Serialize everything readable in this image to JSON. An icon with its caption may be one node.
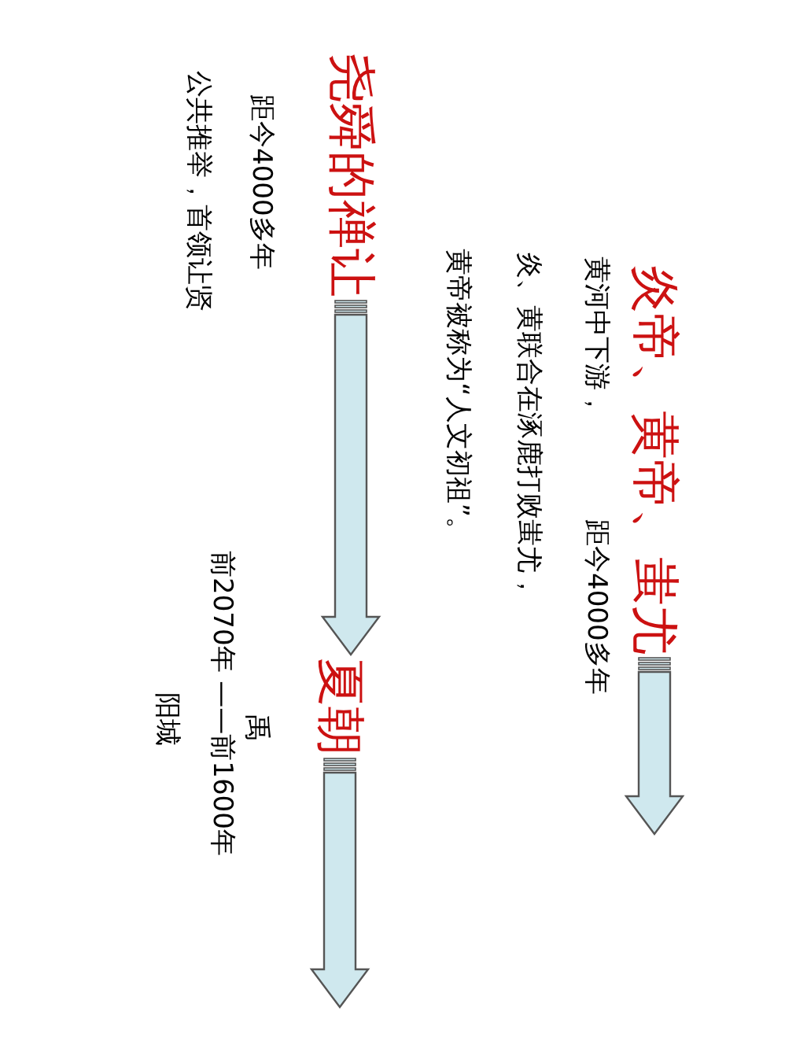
{
  "diagram": {
    "nodes": [
      {
        "text": [
          "炎帝、黄帝、蚩尤"
        ]
      },
      {
        "text": [
          "尧舜的禅让"
        ]
      },
      {
        "text": [
          "夏朝"
        ]
      }
    ],
    "edges": [
      {
        "from": 0,
        "to": null,
        "arrow": "to"
      },
      {
        "from": 1,
        "to": 2,
        "arrow": "to"
      },
      {
        "from": 2,
        "to": null,
        "arrow": "to"
      }
    ],
    "labels": [
      "黄河中下游，",
      "距今4000多年",
      "炎、黄联合在涿鹿打败蚩尤，",
      "黄帝被称为“人文初祖”。",
      "距今4000多年",
      "公共推举，首领让贤",
      "禹",
      "前2070年 ——前1600年",
      "阳城"
    ]
  }
}
